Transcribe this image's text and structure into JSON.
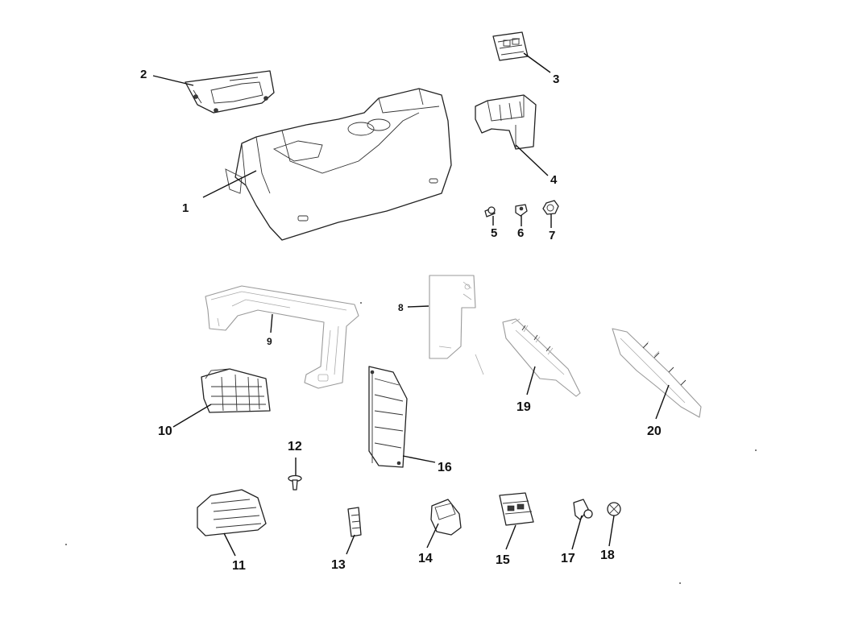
{
  "callouts": [
    {
      "id": "1",
      "text": "1"
    },
    {
      "id": "2",
      "text": "2"
    },
    {
      "id": "3",
      "text": "3"
    },
    {
      "id": "4",
      "text": "4"
    },
    {
      "id": "5",
      "text": "5"
    },
    {
      "id": "6",
      "text": "6"
    },
    {
      "id": "7",
      "text": "7"
    },
    {
      "id": "8",
      "text": "8"
    },
    {
      "id": "9",
      "text": "9"
    },
    {
      "id": "10",
      "text": "10"
    },
    {
      "id": "11",
      "text": "11"
    },
    {
      "id": "12",
      "text": "12"
    },
    {
      "id": "13",
      "text": "13"
    },
    {
      "id": "14",
      "text": "14"
    },
    {
      "id": "15",
      "text": "15"
    },
    {
      "id": "16",
      "text": "16"
    },
    {
      "id": "17",
      "text": "17"
    },
    {
      "id": "18",
      "text": "18"
    },
    {
      "id": "19",
      "text": "19"
    },
    {
      "id": "20",
      "text": "20"
    }
  ],
  "colors": {
    "line": "#222222",
    "light_line": "#9a9a9a",
    "background": "#ffffff"
  }
}
